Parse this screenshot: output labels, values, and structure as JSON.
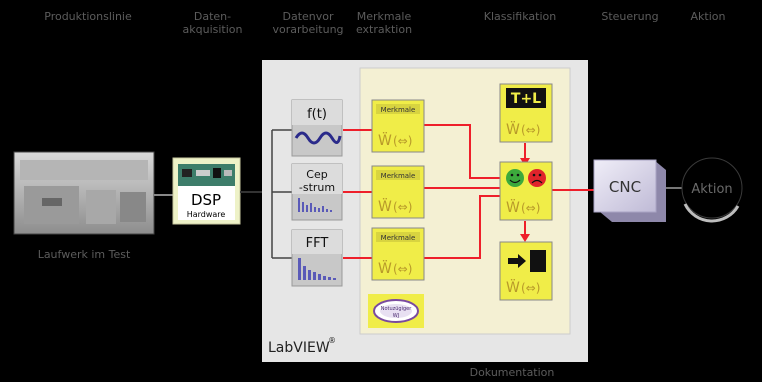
{
  "headers": {
    "produktionslinie": "Produktionslinie",
    "datenakquisition": "Daten-\nakquisition",
    "datenvorverarbeitung": "Datenvor\nvorarbeitung",
    "merkmalsextraktion": "Merkmale\nextraktion",
    "klassifikation": "Klassifikation",
    "steuerung": "Steuerung",
    "aktion": "Aktion"
  },
  "captions": {
    "laufwerk": "Laufwerk im Test",
    "dokumentation": "Dokumentation"
  },
  "dsp": {
    "title": "DSP",
    "subtitle": "Hardware"
  },
  "preprocessing": {
    "ft": "f(t)",
    "cepstrum_line1": "Cep",
    "cepstrum_line2": "-strum",
    "fft": "FFT"
  },
  "feature_label": "Merkmale",
  "classification": {
    "tl": "T+L"
  },
  "badge": "Notuzügiger\nWJ",
  "labview": {
    "name": "LabVIEW",
    "mark": "®"
  },
  "cnc": "CNC",
  "aktion_button": "Aktion",
  "colors": {
    "background": "#000000",
    "labview_panel": "#e6e6e6",
    "inner_panel": "#f4f0d3",
    "feature_box": "#f0ed48",
    "signal_line": "#ee1f2a",
    "cnc_box": "#d8d4e8",
    "header_text": "#5c5c5c"
  }
}
